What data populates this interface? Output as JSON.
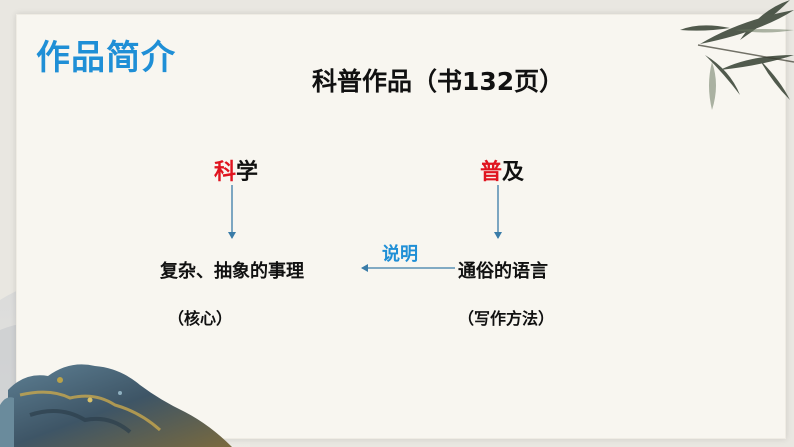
{
  "slide": {
    "section_title": "作品简介",
    "main_title": "科普作品（书132页）"
  },
  "diagram": {
    "left_top": {
      "highlight": "科",
      "rest": "学"
    },
    "right_top": {
      "highlight": "普",
      "rest": "及"
    },
    "left_bottom": "复杂、抽象的事理",
    "right_bottom": "通俗的语言",
    "connector_label": "说明",
    "left_note": "（核心）",
    "right_note": "（写作方法）"
  },
  "colors": {
    "accent_blue": "#1f8fd6",
    "highlight_red": "#e0141f",
    "arrow_blue": "#3a7ca8"
  },
  "decorations": {
    "top_right": "bamboo-leaves-icon",
    "bottom_left": "ink-mountain-painting"
  }
}
